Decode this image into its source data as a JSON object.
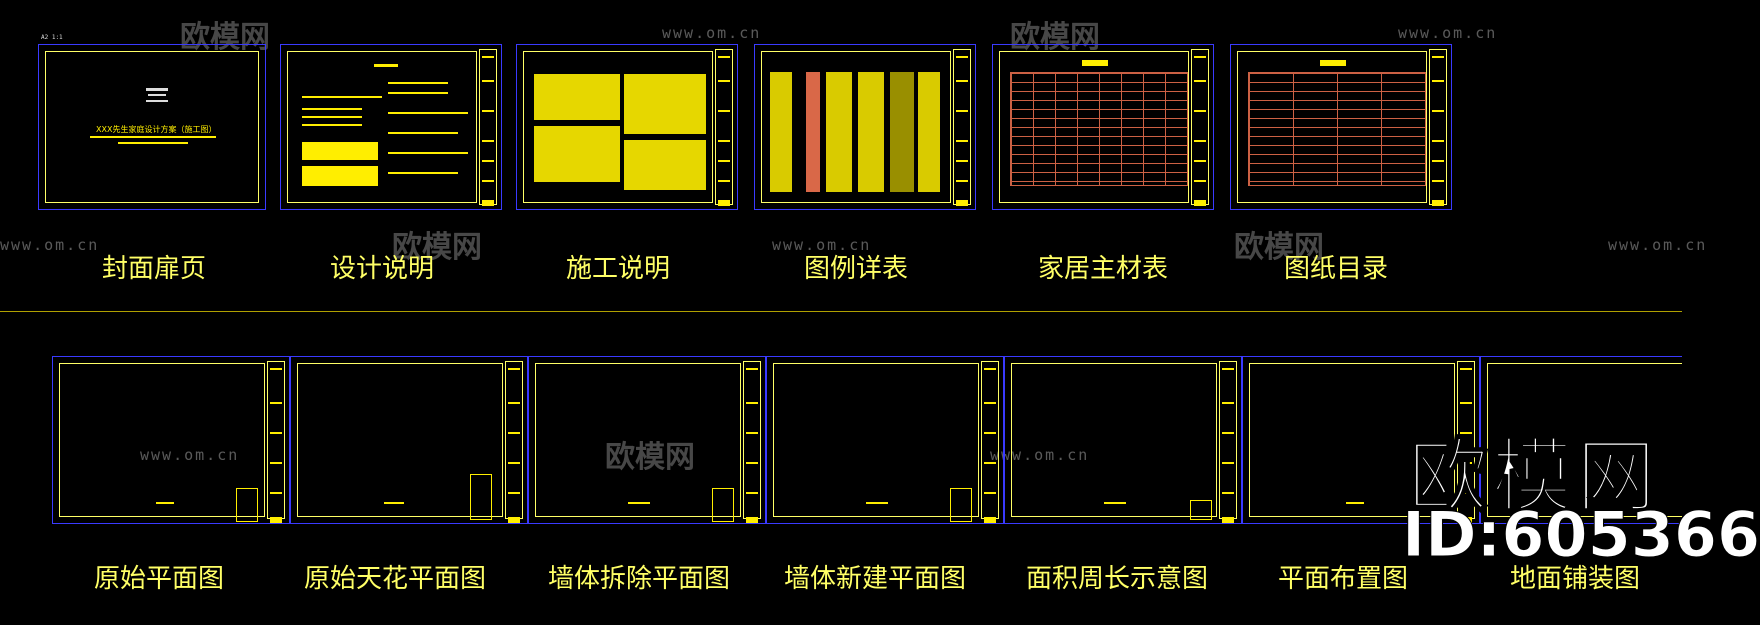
{
  "watermark": {
    "url": "www.om.cn",
    "brand": "欧模网"
  },
  "brand_badge": {
    "name": "欧模网",
    "id": "ID:605366"
  },
  "sheet_label": "A2 1:1",
  "cover_sheet": {
    "title": "XXX先生家庭设计方案（施工图）"
  },
  "top_row": [
    {
      "caption": "封面扉页"
    },
    {
      "caption": "设计说明"
    },
    {
      "caption": "施工说明"
    },
    {
      "caption": "图例详表"
    },
    {
      "caption": "家居主材表"
    },
    {
      "caption": "图纸目录"
    }
  ],
  "bottom_row": [
    {
      "caption": "原始平面图"
    },
    {
      "caption": "原始天花平面图"
    },
    {
      "caption": "墙体拆除平面图"
    },
    {
      "caption": "墙体新建平面图"
    },
    {
      "caption": "面积周长示意图"
    },
    {
      "caption": "平面布置图"
    },
    {
      "caption": "地面铺装图"
    }
  ],
  "colors": {
    "background": "#000000",
    "caption": "#ffff66",
    "frame": "#ffff66",
    "sheet_border": "#3a3aff",
    "table_lines": "#ff7a55"
  }
}
